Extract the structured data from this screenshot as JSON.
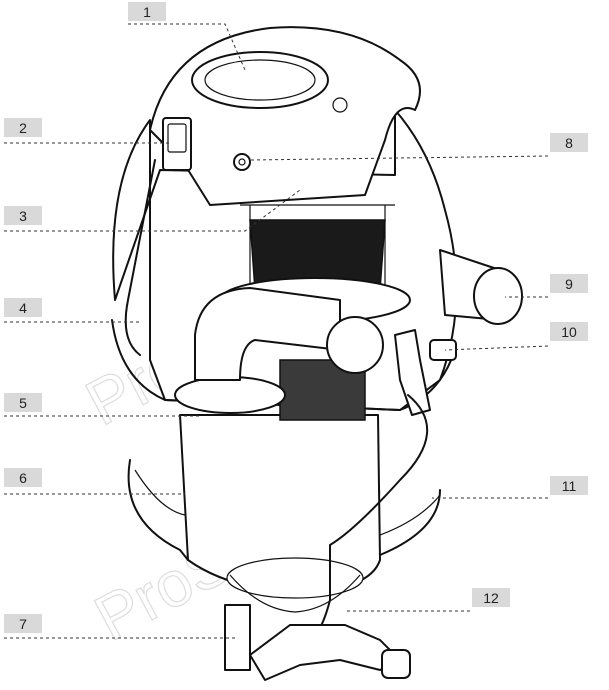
{
  "callouts": [
    {
      "num": "1"
    },
    {
      "num": "2"
    },
    {
      "num": "3"
    },
    {
      "num": "4"
    },
    {
      "num": "5"
    },
    {
      "num": "6"
    },
    {
      "num": "7"
    },
    {
      "num": "8"
    },
    {
      "num": "9"
    },
    {
      "num": "10"
    },
    {
      "num": "11"
    },
    {
      "num": "12"
    }
  ],
  "watermark": "ProSyst...e",
  "colors": {
    "label_box": "#d9d9d9",
    "ink": "#111111",
    "leader": "#333333"
  }
}
